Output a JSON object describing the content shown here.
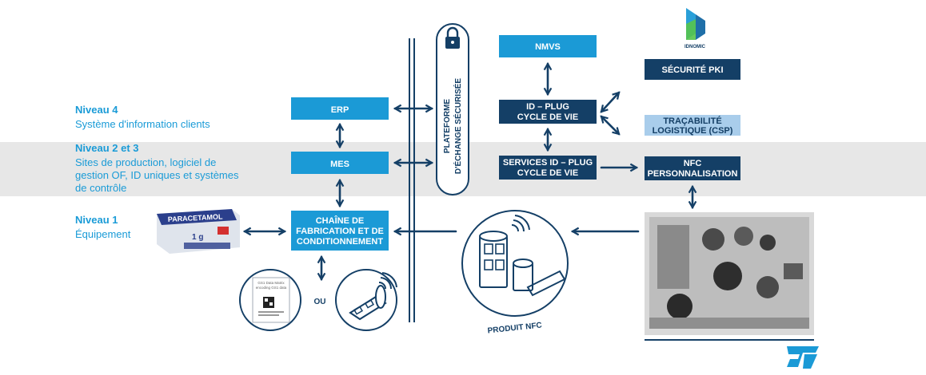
{
  "levels": [
    {
      "title": "Niveau 4",
      "lines": [
        "Système d'information clients"
      ]
    },
    {
      "title": "Niveau 2 et 3",
      "lines": [
        "Sites de production, logiciel de",
        "gestion OF, ID uniques et systèmes",
        "de contrôle"
      ]
    },
    {
      "title": "Niveau 1",
      "lines": [
        "Équipement"
      ]
    }
  ],
  "boxes": {
    "erp": [
      "ERP"
    ],
    "mes": [
      "MES"
    ],
    "chaine": [
      "CHAÎNE DE",
      "FABRICATION ET DE",
      "CONDITIONNEMENT"
    ],
    "nmvs": [
      "NMVS"
    ],
    "idplug": [
      "ID – PLUG",
      "CYCLE DE VIE"
    ],
    "services": [
      "SERVICES ID – PLUG",
      "CYCLE DE VIE"
    ],
    "pki": [
      "SÉCURITÉ PKI"
    ],
    "tracabilite": [
      "TRAÇABILITÉ",
      "LOGISTIQUE (CSP)"
    ],
    "nfc": [
      "NFC",
      "PERSONNALISATION"
    ]
  },
  "platform_lines": [
    "PLATEFORME",
    "D'ÉCHANGE SÉCURISÉE"
  ],
  "product": {
    "brand": "PARACETAMOL",
    "dose": "1 g"
  },
  "ou_label": "OU",
  "nfc_product_label": "PRODUIT NFC",
  "idnomic_label": "IDNOMIC",
  "datamatrix_lines": [
    "GS1 Data Matrix",
    "encoding GS1 data"
  ],
  "logo_name": "st-logo-icon",
  "colors": {
    "accent": "#1b9ad6",
    "dark": "#143f66",
    "pale": "#a9cdeb",
    "band": "#e7e7e7"
  }
}
